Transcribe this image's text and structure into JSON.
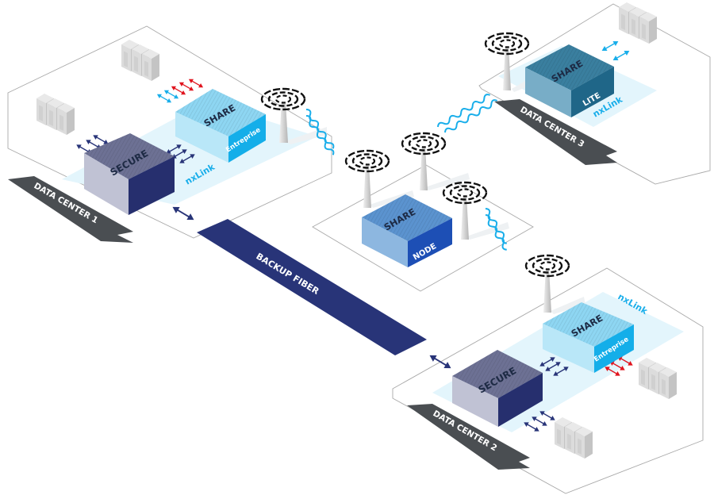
{
  "diagram": {
    "title": "",
    "colors": {
      "secure_top": "#6d7194",
      "secure_left": "#c0c2d4",
      "secure_right": "#262f6e",
      "share_ent_top": "#8ed6f2",
      "share_ent_left": "#b9e7f8",
      "share_ent_right": "#14aee9",
      "share_lite_top": "#3a7f9f",
      "share_lite_left": "#78adc7",
      "share_lite_right": "#1f6688",
      "share_node_top": "#5b93cf",
      "share_node_left": "#8db7e0",
      "share_node_right": "#1d4fb5",
      "fiber": "#283478",
      "ribbon": "#4a4e52",
      "wave": "#19aeea",
      "arrow_navy": "#283478",
      "arrow_red": "#e0141e",
      "arrow_cyan": "#19aeea",
      "nxlink_pad": "#e3f5fc",
      "server": "#d6d6d6"
    },
    "data_centers": [
      {
        "id": "dc1",
        "label": "DATA CENTER 1",
        "nxlink_label": "nxLink",
        "secure": {
          "top_label": "SECURE"
        },
        "share": {
          "top_label": "SHARE",
          "side_label": "Entreprise"
        }
      },
      {
        "id": "dc2",
        "label": "DATA CENTER 2",
        "nxlink_label": "nxLink",
        "secure": {
          "top_label": "SECURE"
        },
        "share": {
          "top_label": "SHARE",
          "side_label": "Entreprise"
        }
      },
      {
        "id": "dc3",
        "label": "DATA CENTER 3",
        "nxlink_label": "nxLink",
        "share": {
          "top_label": "SHARE",
          "side_label": "LITE"
        }
      }
    ],
    "node": {
      "top_label": "SHARE",
      "side_label": "NODE"
    },
    "backup_fiber": {
      "label": "BACKUP FIBER"
    },
    "icons": {
      "server_rack": "server-rack-icon",
      "antenna": "radio-antenna-icon",
      "wireless_link": "wireless-wave-icon",
      "bidirectional_arrow": "double-arrow-icon"
    }
  }
}
